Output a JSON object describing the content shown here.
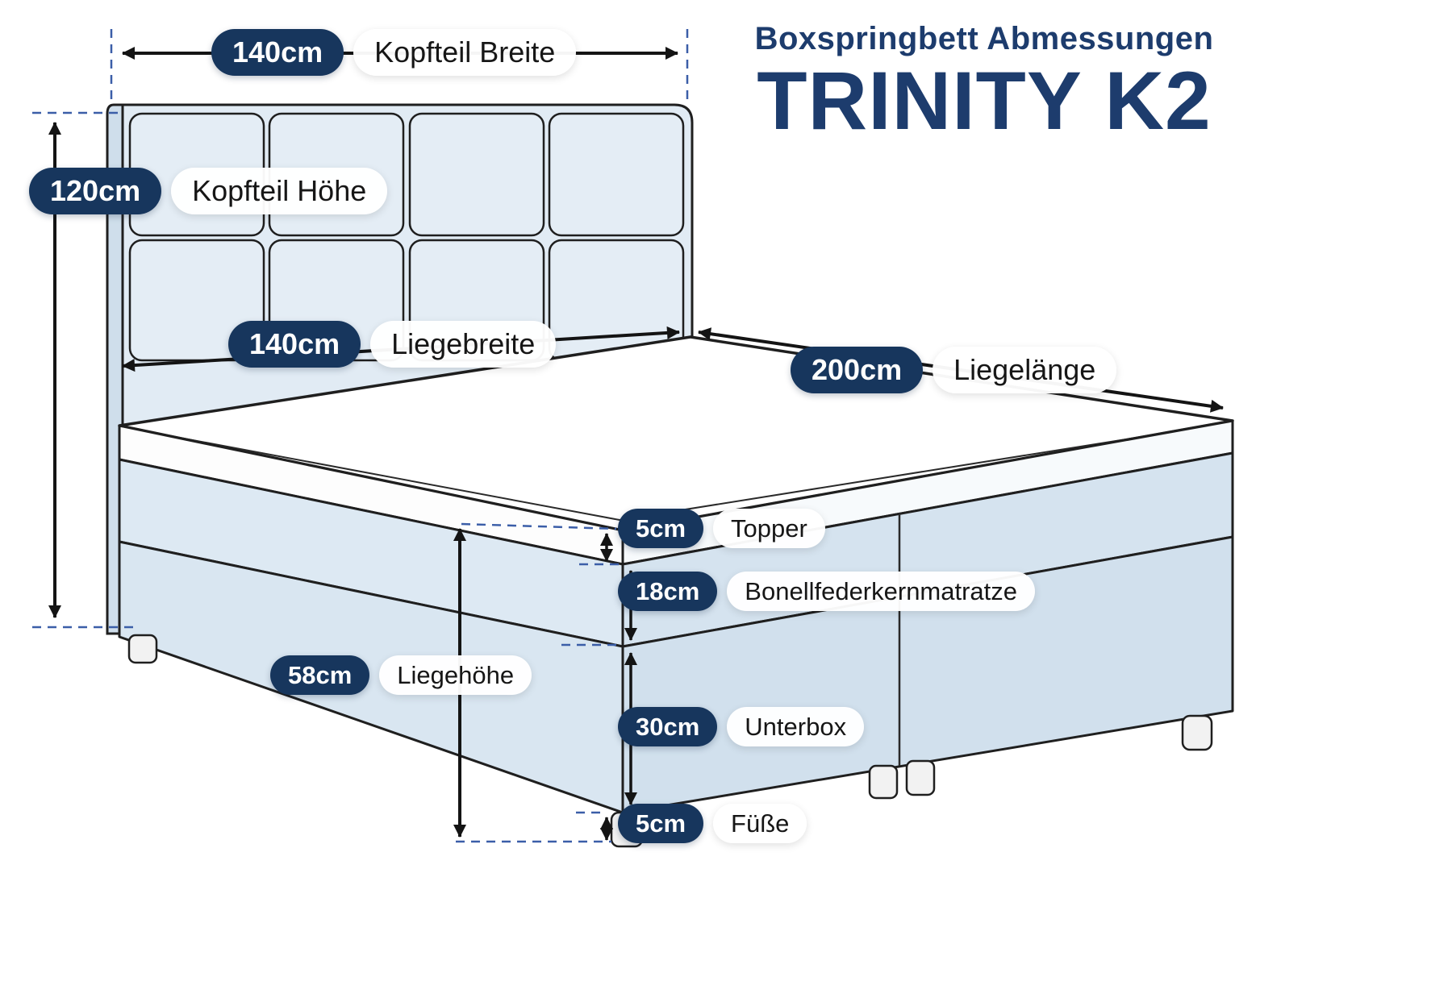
{
  "header": {
    "subtitle": "Boxspringbett Abmessungen",
    "title": "TRINITY K2"
  },
  "colors": {
    "accent_navy": "#1d3c6d",
    "pill_navy": "#17365d",
    "bed_fill": "#e1ebf4",
    "dash_blue": "#3b5ea8",
    "outline": "#1f1f1f"
  },
  "annotations": {
    "kopfteil_breite": {
      "value": "140cm",
      "label": "Kopfteil Breite"
    },
    "kopfteil_hoehe": {
      "value": "120cm",
      "label": "Kopfteil Höhe"
    },
    "liegebreite": {
      "value": "140cm",
      "label": "Liegebreite"
    },
    "liegelaenge": {
      "value": "200cm",
      "label": "Liegelänge"
    },
    "topper": {
      "value": "5cm",
      "label": "Topper"
    },
    "matratze": {
      "value": "18cm",
      "label": "Bonellfederkernmatratze"
    },
    "liegehoehe": {
      "value": "58cm",
      "label": "Liegehöhe"
    },
    "unterbox": {
      "value": "30cm",
      "label": "Unterbox"
    },
    "fuesse": {
      "value": "5cm",
      "label": "Füße"
    }
  }
}
